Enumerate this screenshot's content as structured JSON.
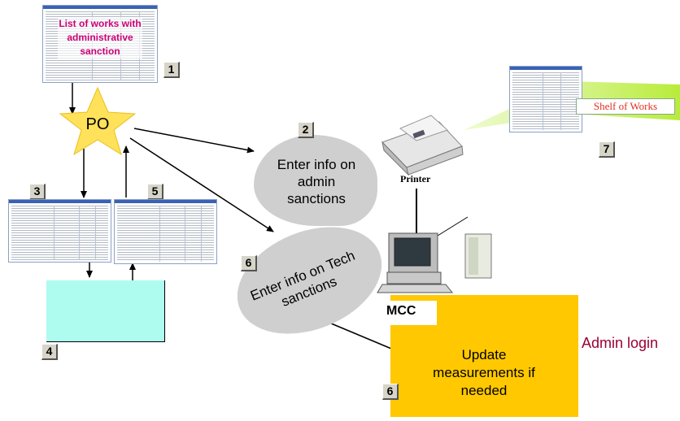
{
  "list_box": {
    "text": "List of works with administrative sanction"
  },
  "po_label": "PO",
  "badges": {
    "n1": "1",
    "n2": "2",
    "n3": "3",
    "n4": "4",
    "n5": "5",
    "n6a": "6",
    "n6b": "6",
    "n7": "7"
  },
  "bubble_admin": "Enter info on admin sanctions",
  "bubble_tech": "Enter info on Tech sanctions",
  "printer_label": "Printer",
  "shelf_label": "Shelf of Works",
  "mcc_label": "MCC",
  "update_box": "Update measurements if needed",
  "admin_login": "Admin login",
  "colors": {
    "star": "#ffe15a",
    "cyan_box": "#aefcf0",
    "orange_box": "#ffc800",
    "bubble": "#cfcfcf",
    "shelf_green": "#b8ec3a",
    "list_text": "#cc0077",
    "admin_login": "#990033"
  }
}
